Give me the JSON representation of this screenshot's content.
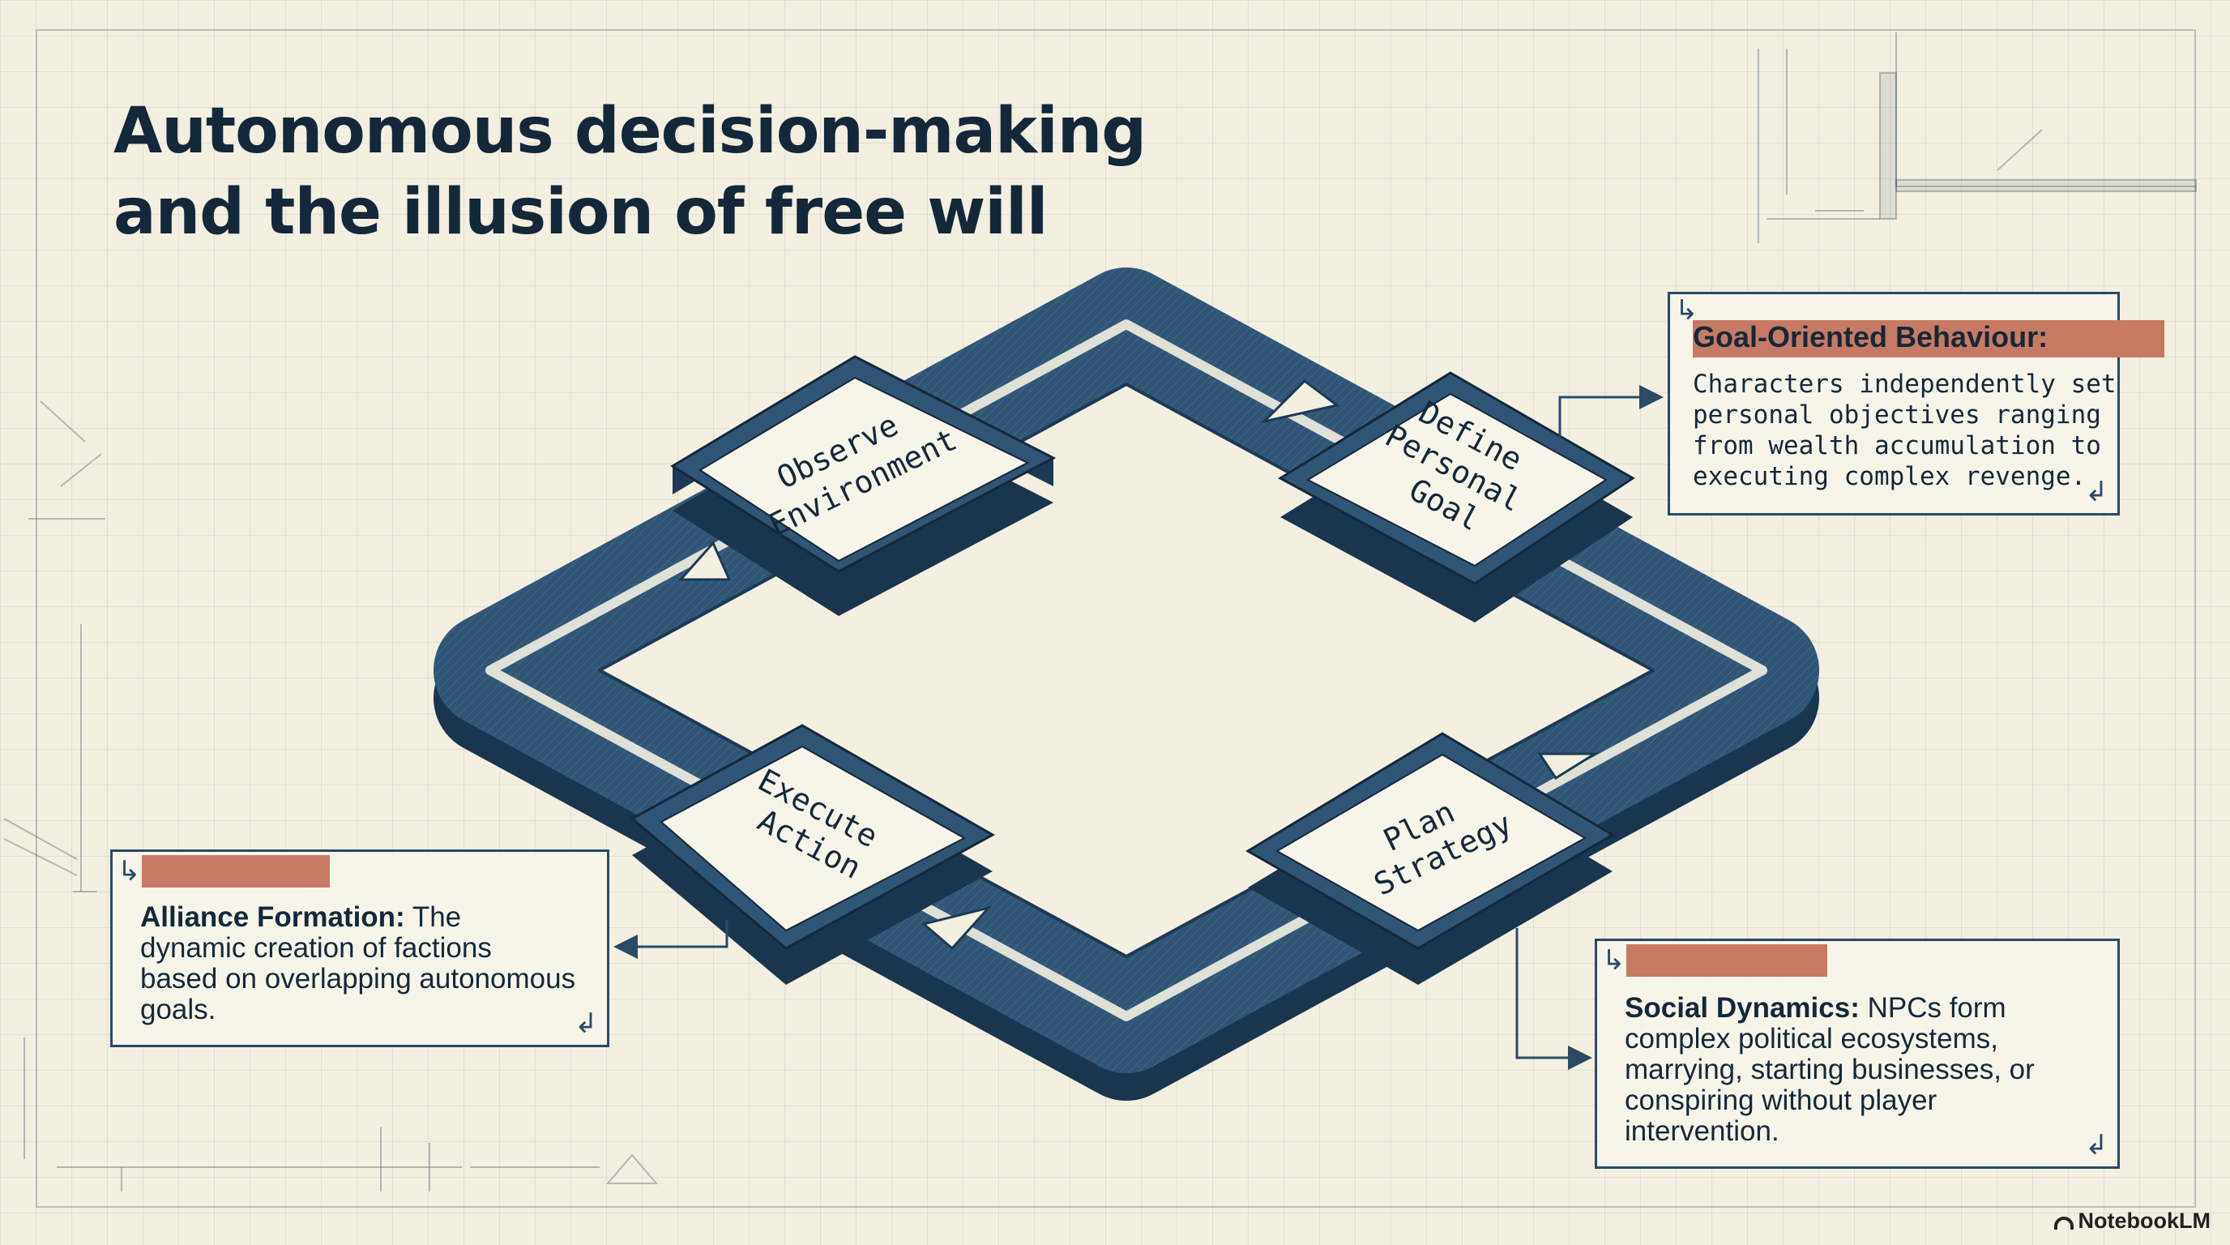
{
  "title": {
    "line1": "Autonomous decision-making",
    "line2": "and the illusion of free will"
  },
  "diagram": {
    "nodes": {
      "observe": {
        "line1": "Observe",
        "line2": "Environment"
      },
      "define": {
        "line1": "Define",
        "line2": "Personal",
        "line3": "Goal"
      },
      "plan": {
        "line1": "Plan",
        "line2": "Strategy"
      },
      "execute": {
        "line1": "Execute",
        "line2": "Action"
      }
    }
  },
  "callouts": {
    "goal": {
      "heading": "Goal-Oriented Behaviour:",
      "lines": [
        "Characters independently set",
        "personal objectives ranging",
        "from wealth accumulation to",
        "executing complex revenge."
      ]
    },
    "alliance": {
      "heading": "Alliance Formation:",
      "first_line_rest": "The",
      "lines": [
        "dynamic creation of factions",
        "based on overlapping autonomous",
        "goals."
      ]
    },
    "social": {
      "heading": "Social Dynamics:",
      "first_line_rest": "NPCs form",
      "lines": [
        "complex political ecosystems,",
        "marrying, starting businesses, or",
        "conspiring without player",
        "intervention."
      ]
    }
  },
  "brand": "NotebookLM",
  "colors": {
    "background": "#f3efe1",
    "ink": "#14283a",
    "band_top": "#2f5676",
    "band_side": "#1d3a55",
    "accent": "#c77a63"
  }
}
